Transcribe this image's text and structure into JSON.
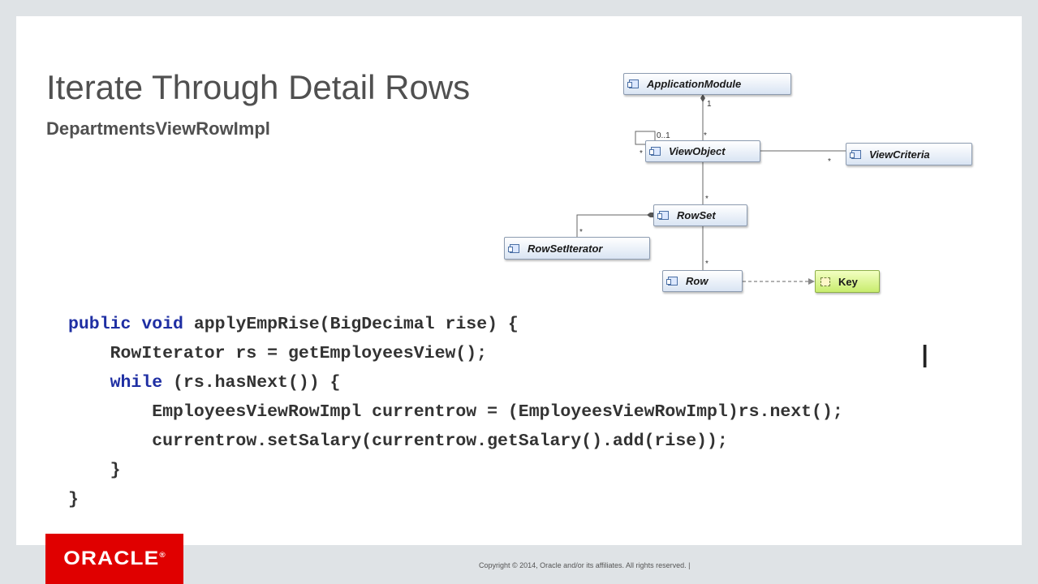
{
  "slide": {
    "title": "Iterate Through Detail Rows",
    "subtitle": "DepartmentsViewRowImpl"
  },
  "diagram": {
    "boxes": {
      "application_module": "ApplicationModule",
      "view_object": "ViewObject",
      "view_criteria": "ViewCriteria",
      "row_set": "RowSet",
      "row_set_iterator": "RowSetIterator",
      "row": "Row",
      "key": "Key"
    },
    "multiplicities": {
      "am_vo": "1",
      "am_vo_many": "*",
      "vo_self": "0..1",
      "vo_self_many": "*",
      "vo_vc_many": "*",
      "vo_rs_many": "*",
      "rs_iter_many": "*",
      "rs_row_many": "*"
    }
  },
  "code": {
    "lines": [
      {
        "kw": "public void",
        "text": " applyEmpRise(BigDecimal rise) {"
      },
      {
        "kw": "",
        "text": "    RowIterator rs = getEmployeesView();"
      },
      {
        "kw": "    while",
        "text": " (rs.hasNext()) {"
      },
      {
        "kw": "",
        "text": "        EmployeesViewRowImpl currentrow = (EmployeesViewRowImpl)rs.next();"
      },
      {
        "kw": "",
        "text": "        currentrow.setSalary(currentrow.getSalary().add(rise));"
      },
      {
        "kw": "",
        "text": "    }"
      },
      {
        "kw": "",
        "text": "}"
      }
    ]
  },
  "footer": {
    "logo_text": "ORACLE",
    "logo_mark": "®",
    "copyright": "Copyright © 2014, Oracle and/or its affiliates. All rights reserved.  |"
  },
  "colors": {
    "logo_red": "#e00000",
    "keyword_blue": "#1f2fa3",
    "title_gray": "#505050"
  }
}
